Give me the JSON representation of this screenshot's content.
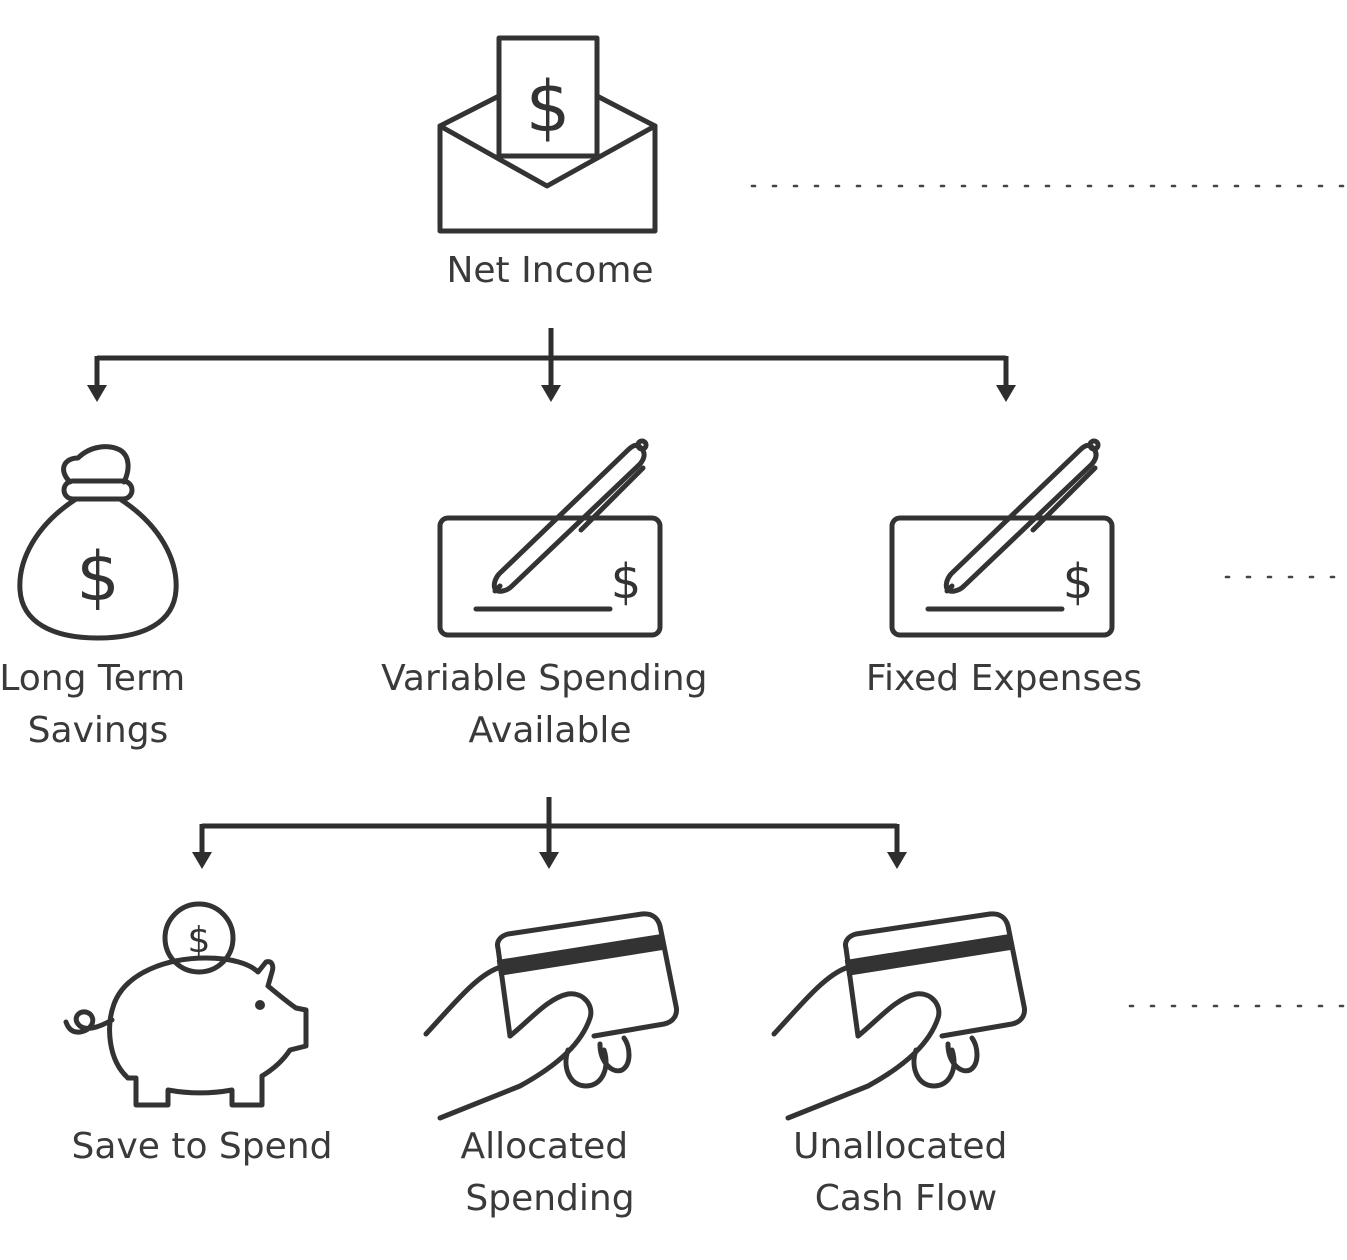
{
  "diagram": {
    "nodes": {
      "net_income": {
        "label_lines": [
          "Net Income"
        ],
        "icon": "envelope-dollar-icon"
      },
      "long_term_savings": {
        "label_lines": [
          "Long Term",
          "Savings"
        ],
        "icon": "money-bag-icon"
      },
      "variable_spending": {
        "label_lines": [
          "Variable Spending",
          "Available"
        ],
        "icon": "check-pen-icon"
      },
      "fixed_expenses": {
        "label_lines": [
          "Fixed Expenses"
        ],
        "icon": "check-pen-icon"
      },
      "save_to_spend": {
        "label_lines": [
          "Save to Spend"
        ],
        "icon": "piggy-bank-icon"
      },
      "allocated_spending": {
        "label_lines": [
          "Allocated",
          "Spending"
        ],
        "icon": "hand-card-icon"
      },
      "unallocated_cash_flow": {
        "label_lines": [
          "Unallocated",
          "Cash Flow"
        ],
        "icon": "hand-card-icon"
      }
    },
    "currency_symbol": "$",
    "edges": [
      {
        "from": "net_income",
        "to": "long_term_savings"
      },
      {
        "from": "net_income",
        "to": "variable_spending"
      },
      {
        "from": "net_income",
        "to": "fixed_expenses"
      },
      {
        "from": "variable_spending",
        "to": "save_to_spend"
      },
      {
        "from": "variable_spending",
        "to": "allocated_spending"
      },
      {
        "from": "variable_spending",
        "to": "unallocated_cash_flow"
      }
    ],
    "colors": {
      "stroke": "#333333",
      "text": "#3a3a3a",
      "background": "#ffffff"
    }
  }
}
